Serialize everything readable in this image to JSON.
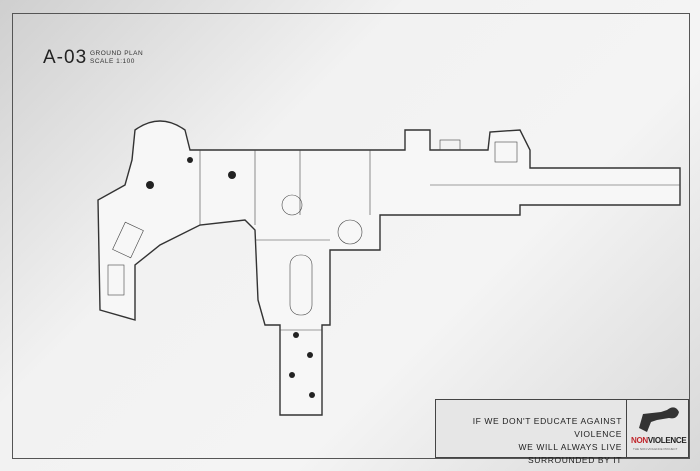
{
  "plan": {
    "code": "A-03",
    "line1": "GROUND PLAN",
    "line2": "SCALE 1:100"
  },
  "message": {
    "line1": "IF WE DON'T EDUCATE AGAINST VIOLENCE",
    "line2": "WE WILL ALWAYS LIVE SURROUNDED BY IT"
  },
  "brand": {
    "non": "NON",
    "violence": "VIOLENCE",
    "tagline": "THE NON-VIOLENCE PROJECT",
    "accent": "#c0262c"
  }
}
